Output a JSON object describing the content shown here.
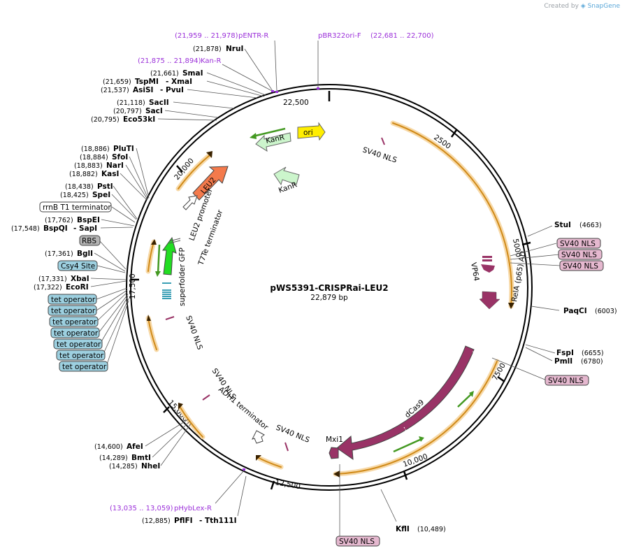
{
  "credit": {
    "prefix": "Created by",
    "brand": "SnapGene"
  },
  "plasmid": {
    "name": "pWS5391-CRISPRai-LEU2",
    "length_label": "22,879 bp"
  },
  "ruler": [
    "22,500",
    "2500",
    "5000",
    "7500",
    "10,000",
    "12,500",
    "15,000",
    "17,500",
    "20,000"
  ],
  "primers": [
    {
      "pos": "(21,959 .. 21,978)",
      "name": "pENTR-R"
    },
    {
      "pos": "(22,681 .. 22,700)",
      "name": "pBR322ori-F"
    },
    {
      "pos": "(21,875 .. 21,894)",
      "name": "Kan-R"
    },
    {
      "pos": "(13,035 .. 13,059)",
      "name": "pHybLex-R"
    }
  ],
  "sites": [
    {
      "pos": "(21,878)",
      "name": "NruI"
    },
    {
      "pos": "(21,661)",
      "name": "SmaI"
    },
    {
      "pos": "(21,659)",
      "name": "TspMI",
      "extra": "- XmaI"
    },
    {
      "pos": "(21,537)",
      "name": "AsiSI",
      "extra": "- PvuI"
    },
    {
      "pos": "(21,118)",
      "name": "SacII"
    },
    {
      "pos": "(20,797)",
      "name": "SacI"
    },
    {
      "pos": "(20,795)",
      "name": "Eco53kI"
    },
    {
      "pos": "(18,886)",
      "name": "PluTI"
    },
    {
      "pos": "(18,884)",
      "name": "SfoI"
    },
    {
      "pos": "(18,883)",
      "name": "NarI"
    },
    {
      "pos": "(18,882)",
      "name": "KasI"
    },
    {
      "pos": "(18,438)",
      "name": "PstI"
    },
    {
      "pos": "(18,425)",
      "name": "SpeI"
    },
    {
      "pos": "(17,762)",
      "name": "BspEI"
    },
    {
      "pos": "(17,548)",
      "name": "BspQI",
      "extra": "- SapI"
    },
    {
      "pos": "(17,361)",
      "name": "BglI"
    },
    {
      "pos": "(17,331)",
      "name": "XbaI"
    },
    {
      "pos": "(17,322)",
      "name": "EcoRI"
    },
    {
      "pos": "(14,600)",
      "name": "AfeI"
    },
    {
      "pos": "(14,289)",
      "name": "BmtI"
    },
    {
      "pos": "(14,285)",
      "name": "NheI"
    },
    {
      "pos": "(12,885)",
      "name": "PflFI",
      "extra": "- Tth111I"
    },
    {
      "pos": "(4663)",
      "name": "StuI"
    },
    {
      "pos": "(6003)",
      "name": "PaqCI"
    },
    {
      "pos": "(6655)",
      "name": "FspI"
    },
    {
      "pos": "(6780)",
      "name": "PmlI"
    },
    {
      "pos": "(10,489)",
      "name": "KflI"
    }
  ],
  "boxed": {
    "rrnb": "rrnB T1 terminator",
    "rbs": "RBS",
    "csy4": "Csy4 Site",
    "tet": "tet operator",
    "nls": "SV40 NLS"
  },
  "features": {
    "kanr": "KanR",
    "ori": "ori",
    "leu2": "LEU2",
    "leu2_promoter": "LEU2 promoter",
    "t7te": "T7Te terminator",
    "sfgfp": "superfolder GFP",
    "nls": "SV40 NLS",
    "vp64": "VP64",
    "rela": "RelA (p65) AD",
    "dcas9": "dCas9",
    "mxi1": "Mxi1",
    "adh1": "ADH1 terminator"
  },
  "colors": {
    "backbone": "#000000",
    "primer": "#9b30d9",
    "orf_orange": "#f0a030",
    "dcas9": "#993366",
    "kanr": "#ccf5cc",
    "ori": "#ffee00",
    "leu2": "#f47a4c",
    "sfgfp": "#22dd22",
    "nls_box": "#e5b8cf",
    "tet_box": "#9dd0e0",
    "rbs_box": "#b3b3b3",
    "green_arrow": "#449922"
  }
}
